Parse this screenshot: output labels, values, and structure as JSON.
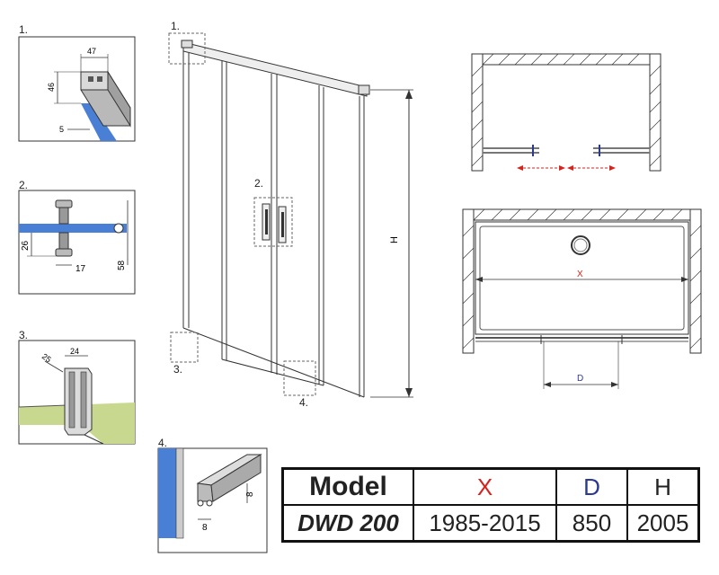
{
  "details": {
    "d1": {
      "num": "1.",
      "dim_w": "47",
      "dim_h": "46",
      "dim_s": "5"
    },
    "d2": {
      "num": "2.",
      "dim_h1": "26",
      "dim_w": "17",
      "dim_h2": "58"
    },
    "d3": {
      "num": "3.",
      "dim_a": "25",
      "dim_b": "24"
    },
    "d4": {
      "num": "4.",
      "dim_h": "8",
      "dim_w": "8"
    }
  },
  "callouts": {
    "c1": "1.",
    "c2": "2.",
    "c3": "3.",
    "c4": "4."
  },
  "drawing_labels": {
    "height": "H",
    "width": "X",
    "door": "D"
  },
  "table": {
    "headers": {
      "model": "Model",
      "x": "X",
      "d": "D",
      "h": "H"
    },
    "row": {
      "model": "DWD 200",
      "x": "1985-2015",
      "d": "850",
      "h": "2005"
    }
  },
  "colors": {
    "x_accent": "#d6231e",
    "d_accent": "#2b3a8f",
    "glass": "#4a7fd6",
    "floor": "#c8d88f"
  }
}
